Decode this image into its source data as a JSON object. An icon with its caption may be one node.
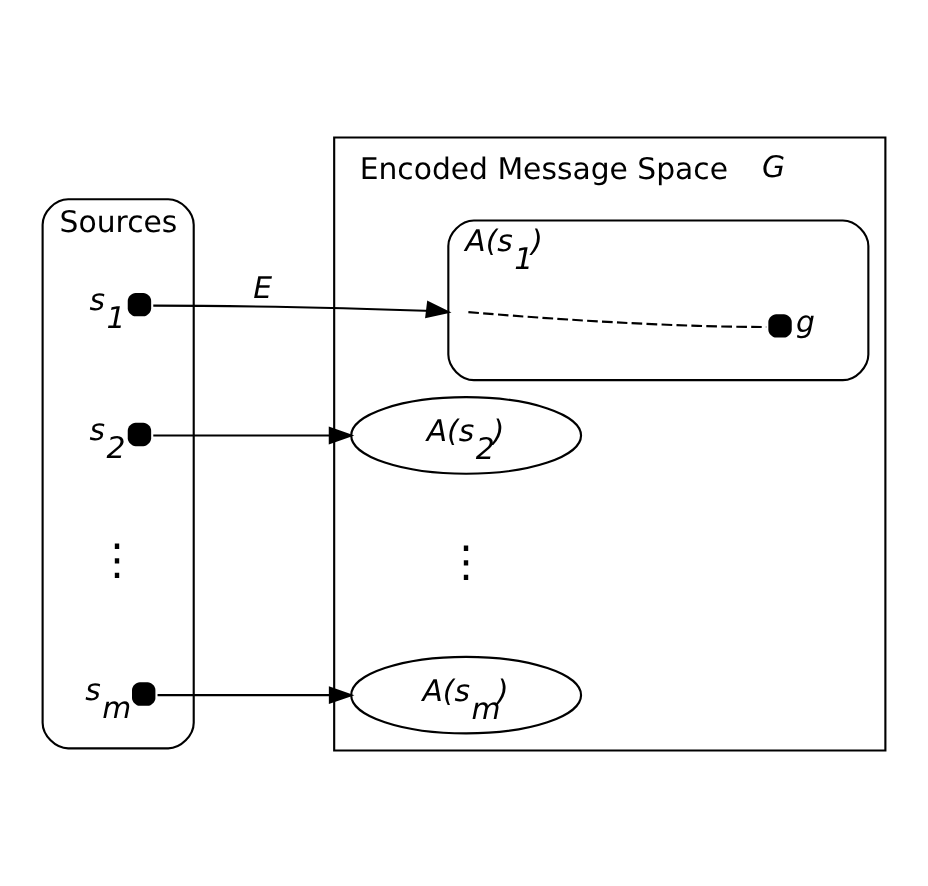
{
  "diagram": {
    "nodes": [
      {
        "text": [
          "Sources"
        ]
      },
      {
        "text": [],
        "shape": "circle",
        "beside": [
          "s$_{1}$"
        ],
        "in": 0
      },
      {
        "text": [],
        "shape": "circle",
        "beside": [
          "s$_{2}$"
        ],
        "in": 0
      },
      {
        "text": [],
        "shape": "circle",
        "beside": [
          "s$_{m}$"
        ],
        "in": 0
      },
      {
        "text": [
          "Encoded Message Space",
          "G"
        ]
      },
      {
        "text": [
          "A(s$_{1}$)"
        ],
        "in": 4
      },
      {
        "text": [],
        "shape": "circle",
        "beside": [
          "g"
        ],
        "in": 5
      },
      {
        "text": [
          "A(s$_{2}$)"
        ],
        "in": 4
      },
      {
        "text": [
          "A(s$_{m}$)"
        ],
        "in": 4
      }
    ],
    "edges": [
      {
        "from": 1,
        "to": 5,
        "arrow": "to",
        "label": "E"
      },
      {
        "from": 2,
        "to": 7,
        "arrow": "to"
      },
      {
        "from": 3,
        "to": 8,
        "arrow": "to"
      },
      {
        "from": null,
        "to": 6,
        "arrow": "none",
        "style": "dashed"
      }
    ],
    "labels": [
      "⋮",
      "⋮"
    ]
  }
}
